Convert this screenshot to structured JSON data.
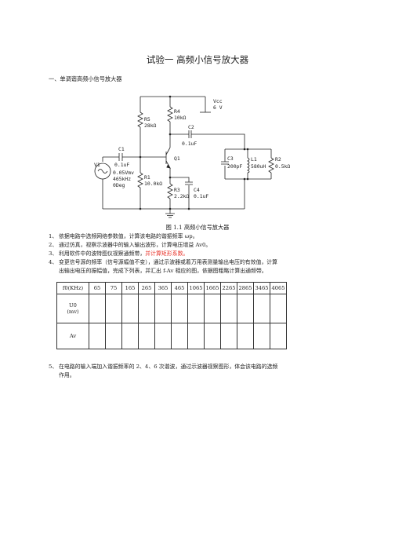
{
  "title": "试验一  高频小信号放大器",
  "section": "一、单调谐高频小信号放大器",
  "circuit": {
    "labels": {
      "vcc_name": "Vcc",
      "vcc_value": "6 V",
      "r4_name": "R4",
      "r4_value": "10kΩ",
      "r5_name": "R5",
      "r5_value": "28kΩ",
      "c2_name": "C2",
      "c2_value": "0.1uF",
      "c1_name": "C1",
      "c1_value": "0.1uF",
      "q1_name": "Q1",
      "v1_name": "V1",
      "v1_amp": "0.05Vmv",
      "v1_freq": "465kHz",
      "v1_phase": "0Deg",
      "r1_name": "R1",
      "r1_value": "10.0kΩ",
      "r3_name": "R3",
      "r3_value": "2.2kΩ",
      "c4_name": "C4",
      "c4_value": "0.1uF",
      "c3_name": "C3",
      "c3_value": "200pF",
      "l1_name": "L1",
      "l1_value": "580uH",
      "r2_name": "R2",
      "r2_value": "0.5kΩ"
    }
  },
  "caption": "图 1.1    高频小信号放大器",
  "items": [
    {
      "num": "1、",
      "text": "依据电路中选频网络参数值，计算该电路的谐振频率 ωp。"
    },
    {
      "num": "2、",
      "text": "通过仿真，视察示波器中的输入输出波形，计算电压增益 Av0。"
    },
    {
      "num": "3、",
      "text": "利用软件中的波特图仪视察通频带，",
      "red": "并计算矩形系数。"
    },
    {
      "num": "4、",
      "text": "变更信号源的频率（信号源幅值不变），通过示波器或着万用表测量输出电压的有效值，计算",
      "cont": "出输出电压的振幅值，完成下列表，并汇出 f-Av 相应的图，依据图粗略计算出通频带。"
    },
    {
      "num": "5、",
      "text": "在电路的输入端加入谐振频率的 2、4、6 次谐波，通过示波器视察图形，体会该电路的选频",
      "cont": "作用。"
    }
  ],
  "table": {
    "header": "f0(KHz)",
    "freqs": [
      "65",
      "75",
      "165",
      "265",
      "365",
      "465",
      "1065",
      "1665",
      "2265",
      "2865",
      "3465",
      "4065"
    ],
    "row2_label": "U0",
    "row2_sub": "(mv)",
    "row3_label": "Av"
  }
}
